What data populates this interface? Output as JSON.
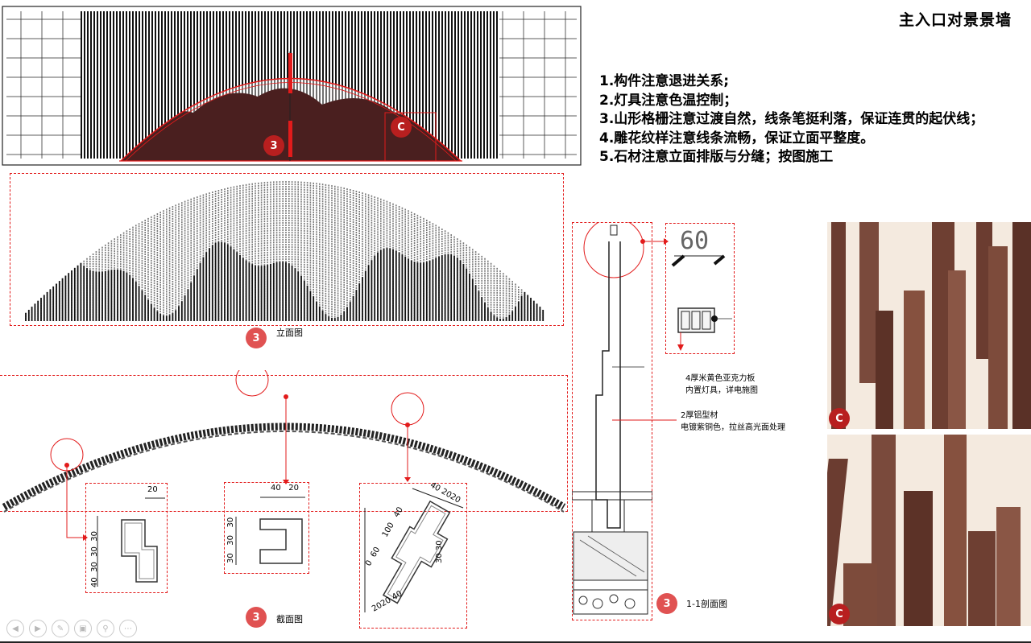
{
  "title": "主入口对景景墙",
  "notes": [
    "1.构件注意退进关系;",
    "2.灯具注意色温控制；",
    "3.山形格栅注意过渡自然，线条笔挺利落，保证连贯的起伏线；",
    "4.雕花纹样注意线条流畅，保证立面平整度。",
    "5.石材注意立面排版与分缝；按图施工"
  ],
  "badges": {
    "three": "3",
    "c": "C"
  },
  "captions": {
    "elevation": "立面图",
    "section": "截面图",
    "cut_section": "1-1剖面图"
  },
  "callouts": {
    "acrylic": [
      "4厚米黄色亚克力板",
      "内置灯具，详电施图"
    ],
    "aluminum": [
      "2厚铝型材",
      "电镀紫铜色，拉丝高光面处理"
    ]
  },
  "dimensions": {
    "sixty": "60",
    "d1_top": "20",
    "d1_side": [
      "30",
      "30",
      "30",
      "40"
    ],
    "d2_top": [
      "40",
      "20"
    ],
    "d2_side": [
      "30",
      "30",
      "30"
    ],
    "d3_top": [
      "40",
      "20",
      "20"
    ],
    "d3_side": [
      "0",
      "60",
      "100",
      "40",
      "30",
      "30"
    ],
    "d3_bottom": [
      "20",
      "20",
      "40"
    ]
  },
  "colors": {
    "accent_red": "#e21b1b",
    "badge_red": "#e05252",
    "bronze": "#7a4a3c"
  },
  "nav_icons": [
    "prev-icon",
    "next-icon",
    "pen-icon",
    "screen-icon",
    "zoom-icon",
    "more-icon"
  ]
}
